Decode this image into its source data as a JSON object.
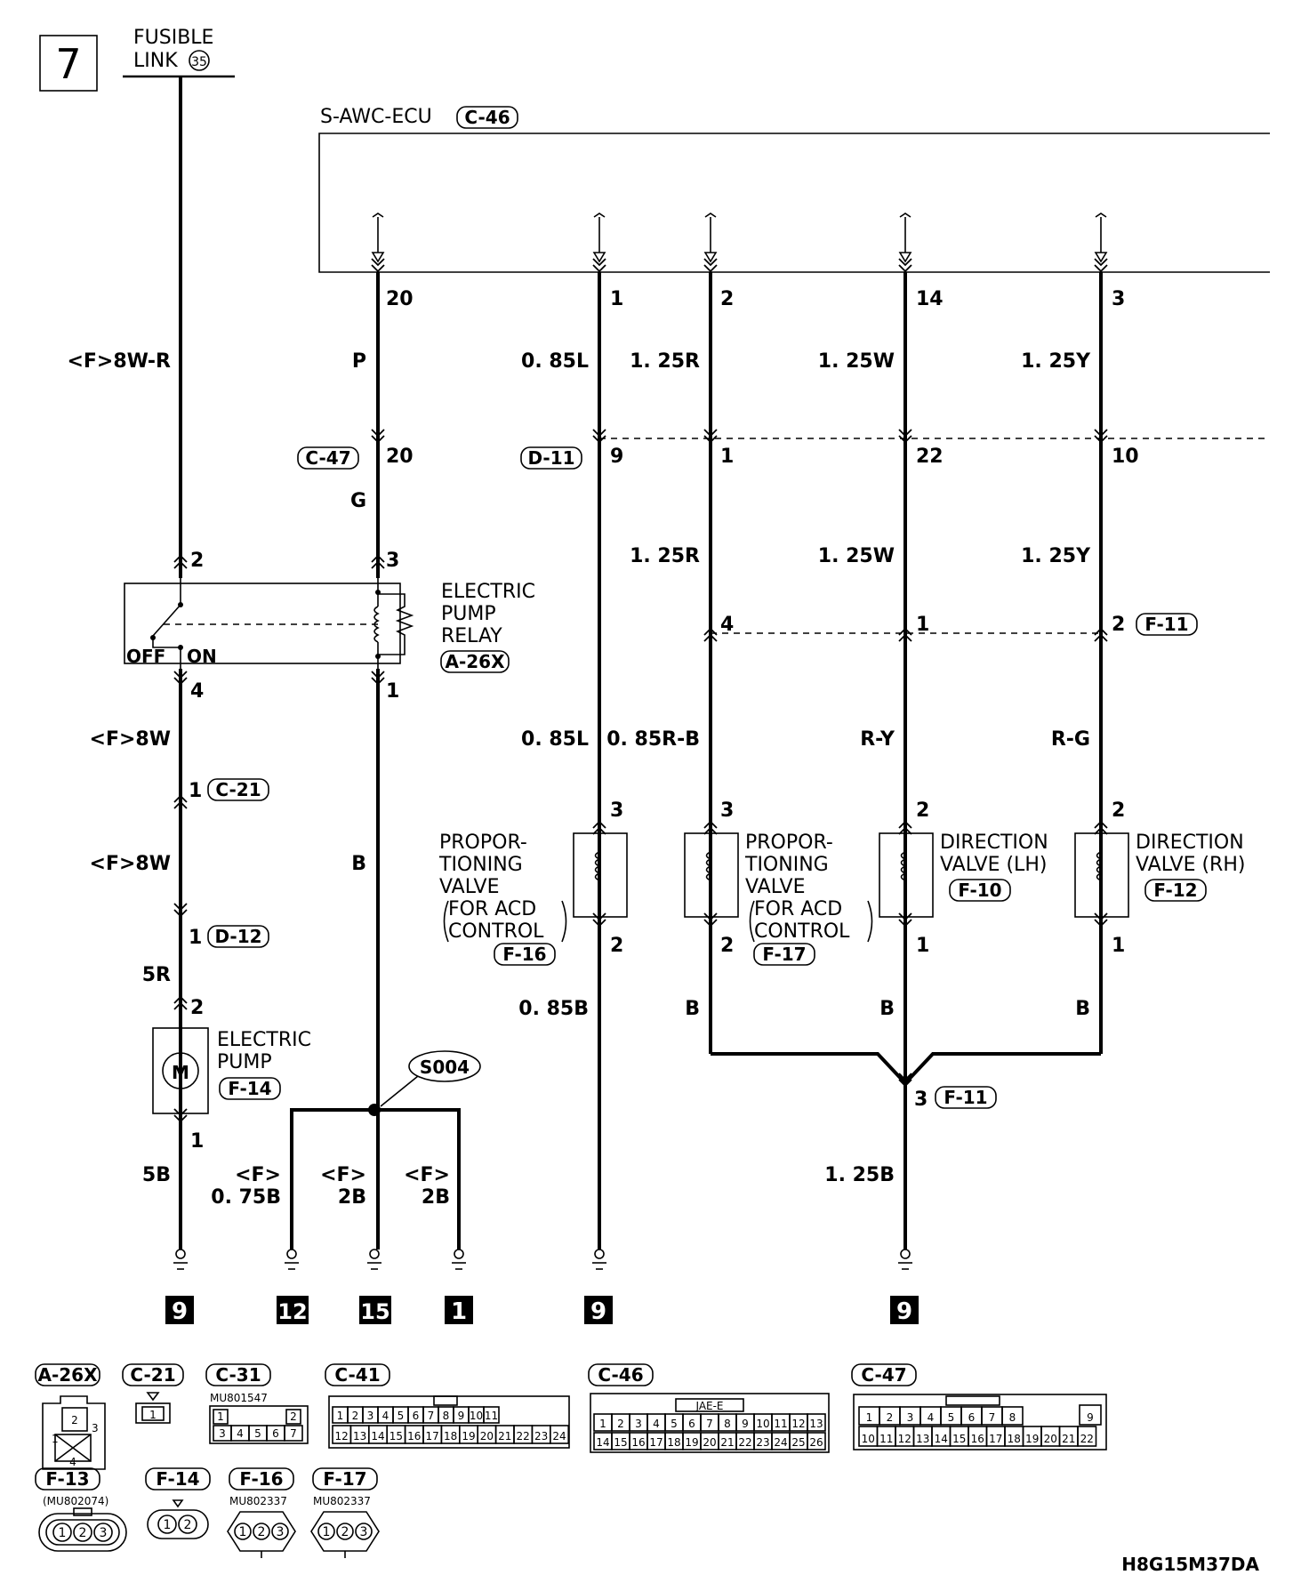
{
  "page": {
    "number": "7",
    "code": "H8G15M37DA"
  },
  "fusible_link": {
    "line1": "FUSIBLE",
    "line2": "LINK",
    "number": "35"
  },
  "ecu": {
    "name": "S-AWC-ECU",
    "connector": "C-46"
  },
  "ecu_pins": [
    "20",
    "1",
    "2",
    "14",
    "3"
  ],
  "wires": {
    "w1": "<F>8W-R",
    "w2": "P",
    "w3": "0. 85L",
    "w4": "1. 25R",
    "w5": "1. 25W",
    "w6": "1. 25Y",
    "w2b": "G",
    "w4b": "1. 25R",
    "w5b": "1. 25W",
    "w6b": "1. 25Y",
    "w1c": "<F>8W",
    "w1d": "<F>8W",
    "w1e": "5R",
    "w1f": "5B",
    "w2c": "B",
    "w3b": "0. 85L",
    "w4c": "0. 85R-B",
    "w5c": "R-Y",
    "w6c": "R-G",
    "w3c": "0. 85B",
    "w4d": "B",
    "w5d": "B",
    "w6d": "B",
    "w5e": "1. 25B",
    "g1a": "<F>",
    "g1b": "0. 75B",
    "g2a": "<F>",
    "g2b": "2B",
    "g3a": "<F>",
    "g3b": "2B"
  },
  "connectors_inline": {
    "c47": "C-47",
    "d11": "D-11",
    "f11a": "F-11",
    "c21": "C-21",
    "d12": "D-12",
    "f11b": "F-11",
    "a26x": "A-26X",
    "f14": "F-14",
    "f16": "F-16",
    "f17": "F-17",
    "f10": "F-10",
    "f12": "F-12"
  },
  "pins": {
    "c47_20": "20",
    "d11_9": "9",
    "d11_1": "1",
    "d11_22": "22",
    "d11_10": "10",
    "relay_2": "2",
    "relay_3": "3",
    "relay_4": "4",
    "relay_1": "1",
    "f11_4": "4",
    "f11_1": "1",
    "f11_2": "2",
    "c21_1": "1",
    "d12_1": "1",
    "pump_2": "2",
    "pump_1": "1",
    "v1_3": "3",
    "v1_2": "2",
    "v2_3": "3",
    "v2_2": "2",
    "v3_2": "2",
    "v3_1": "1",
    "v4_2": "2",
    "v4_1": "1",
    "f11_3": "3"
  },
  "relay": {
    "line1": "ELECTRIC",
    "line2": "PUMP",
    "line3": "RELAY",
    "off": "OFF",
    "on": "ON"
  },
  "pump": {
    "line1": "ELECTRIC",
    "line2": "PUMP",
    "symbol": "M"
  },
  "valve_acd": {
    "line1": "PROPOR-",
    "line2": "TIONING",
    "line3": "VALVE",
    "line4": "FOR ACD",
    "line5": "CONTROL"
  },
  "valve_lh": {
    "line1": "DIRECTION",
    "line2": "VALVE (LH)"
  },
  "valve_rh": {
    "line1": "DIRECTION",
    "line2": "VALVE (RH)"
  },
  "splice": "S004",
  "grounds": [
    "9",
    "12",
    "15",
    "1",
    "9",
    "9"
  ],
  "legend": {
    "labels": [
      "A-26X",
      "C-21",
      "C-31",
      "C-41",
      "C-46",
      "C-47",
      "F-13",
      "F-14",
      "F-16",
      "F-17"
    ],
    "part_c31": "MU801547",
    "part_f13": "(MU802074)",
    "part_f16": "MU802337",
    "part_f17": "MU802337",
    "c46_header": "JAE-E",
    "a26x_pins": [
      "1",
      "2",
      "3",
      "4"
    ],
    "c21_pin": "1",
    "c31_top": [
      "1",
      "2"
    ],
    "c31_bottom": [
      "3",
      "4",
      "5",
      "6",
      "7"
    ],
    "c41_top": [
      "1",
      "2",
      "3",
      "4",
      "5",
      "6",
      "7",
      "8",
      "9",
      "10",
      "11"
    ],
    "c41_bottom": [
      "12",
      "13",
      "14",
      "15",
      "16",
      "17",
      "18",
      "19",
      "20",
      "21",
      "22",
      "23",
      "24"
    ],
    "c46_top": [
      "1",
      "2",
      "3",
      "4",
      "5",
      "6",
      "7",
      "8",
      "9",
      "10",
      "11",
      "12",
      "13"
    ],
    "c46_bottom": [
      "14",
      "15",
      "16",
      "17",
      "18",
      "19",
      "20",
      "21",
      "22",
      "23",
      "24",
      "25",
      "26"
    ],
    "c47_top": [
      "1",
      "2",
      "3",
      "4",
      "5",
      "6",
      "7",
      "8",
      "9"
    ],
    "c47_bottom": [
      "10",
      "11",
      "12",
      "13",
      "14",
      "15",
      "16",
      "17",
      "18",
      "19",
      "20",
      "21",
      "22"
    ],
    "f13_pins": [
      "1",
      "2",
      "3"
    ],
    "f14_pins": [
      "1",
      "2"
    ],
    "f16_pins": [
      "1",
      "2",
      "3"
    ],
    "f17_pins": [
      "1",
      "2",
      "3"
    ]
  }
}
